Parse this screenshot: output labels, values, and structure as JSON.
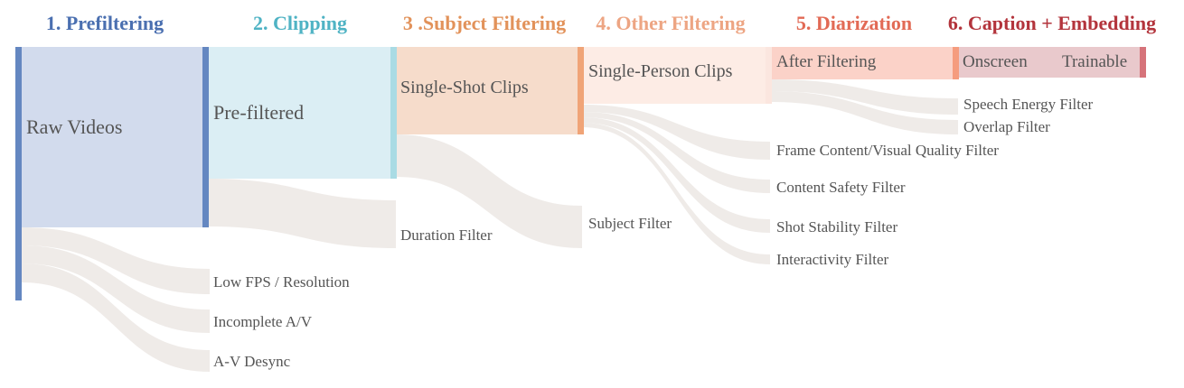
{
  "stages": [
    {
      "label": "1. Prefiltering",
      "color": "#4a6fb0"
    },
    {
      "label": "2. Clipping",
      "color": "#4fb3c4"
    },
    {
      "label": "3 .Subject Filtering",
      "color": "#e2925a"
    },
    {
      "label": "4. Other Filtering",
      "color": "#eda583"
    },
    {
      "label": "5. Diarization",
      "color": "#e26a55"
    },
    {
      "label": "6. Caption + Embedding",
      "color": "#b3343c"
    }
  ],
  "nodes": {
    "raw_videos": "Raw Videos",
    "pre_filtered": "Pre-filtered",
    "single_shot_clips": "Single-Shot Clips",
    "single_person_clips": "Single-Person Clips",
    "after_filtering": "After Filtering",
    "onscreen": "Onscreen",
    "trainable": "Trainable"
  },
  "filters": {
    "low_fps": "Low FPS / Resolution",
    "incomplete_av": "Incomplete A/V",
    "av_desync": "A-V Desync",
    "duration": "Duration Filter",
    "subject": "Subject Filter",
    "frame_quality": "Frame Content/Visual Quality Filter",
    "content_safety": "Content Safety Filter",
    "shot_stability": "Shot Stability Filter",
    "interactivity": "Interactivity Filter",
    "speech_energy": "Speech Energy Filter",
    "overlap": "Overlap Filter"
  },
  "colors": {
    "flow_gray": "#efebe8",
    "raw_fill": "#d2dbed",
    "raw_bar": "#6487c1",
    "prefiltered_fill": "#dbeef4",
    "prefiltered_bar": "#6487c1",
    "clips_fill": "#f6dccb",
    "clips_bar": "#a9dbe4",
    "person_fill": "#fdece5",
    "person_bar": "#f0a477",
    "after_fill": "#fbd2c8",
    "after_bar": "#fbe6df",
    "onscreen_fill": "#e9c9cc",
    "onscreen_bar": "#f59c7e",
    "trainable_bar": "#d6737a"
  }
}
